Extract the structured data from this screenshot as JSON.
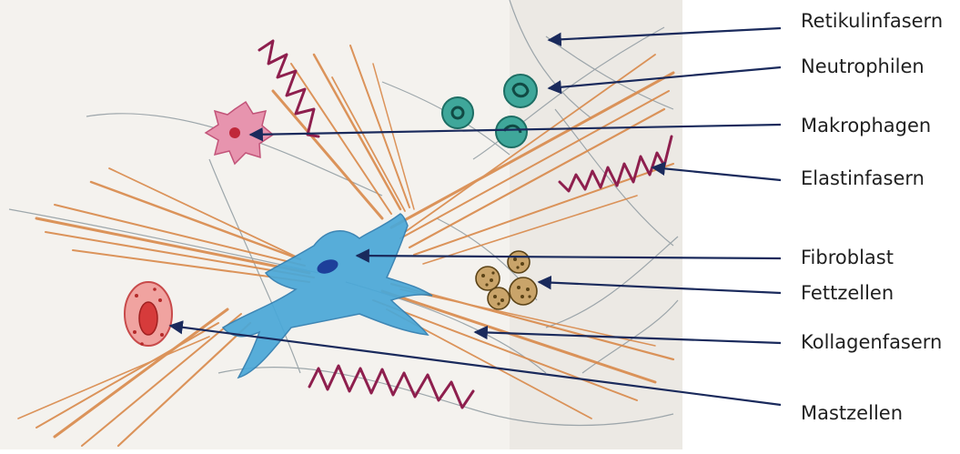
{
  "diagram": {
    "labels": {
      "retikulinfasern": "Retikulinfasern",
      "neutrophilen": "Neutrophilen",
      "makrophagen": "Makrophagen",
      "elastinfasern": "Elastinfasern",
      "fibroblast": "Fibroblast",
      "fettzellen": "Fettzellen",
      "kollagenfasern": "Kollagenfasern",
      "mastzellen": "Mastzellen"
    },
    "colors": {
      "leader_line": "#1a2a5c",
      "collagen": "#d9894a",
      "elastin": "#8e1f4e",
      "fibroblast": "#4aa8d8",
      "fibroblast_nucleus": "#1d3f9a",
      "neutrophil": "#2d8f7f",
      "macrophage": "#d56b8a",
      "mast_cell": "#d95a5a",
      "fat_cell": "#7a5a1e",
      "reticulin": "#8f9aa0",
      "paper": "#f4f2ee"
    }
  }
}
